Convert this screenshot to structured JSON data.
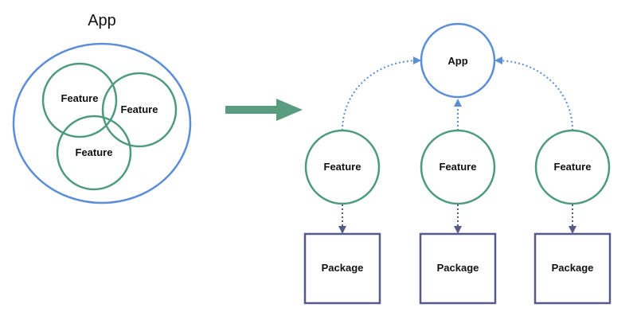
{
  "colors": {
    "app": "#5b8ed8",
    "feature": "#4e9a7e",
    "package": "#555a86",
    "arrow_big": "#5a9c80",
    "text": "#111111"
  },
  "left": {
    "app_label": "App",
    "features": [
      "Feature",
      "Feature",
      "Feature"
    ]
  },
  "right": {
    "app_label": "App",
    "features": [
      "Feature",
      "Feature",
      "Feature"
    ],
    "packages": [
      "Package",
      "Package",
      "Package"
    ]
  }
}
